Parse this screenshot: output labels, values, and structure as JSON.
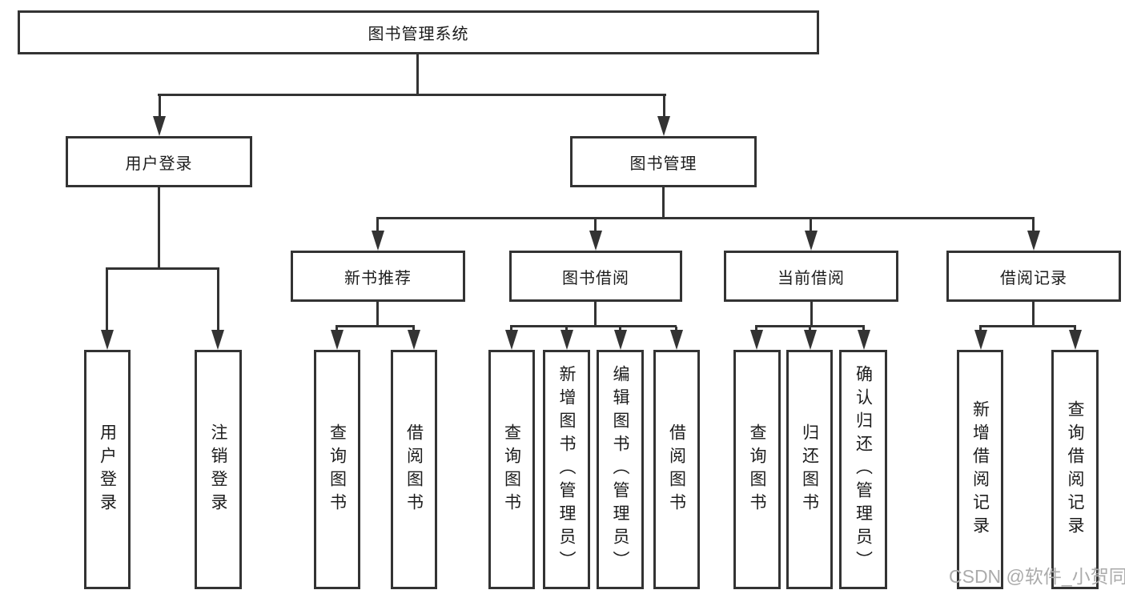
{
  "tree": {
    "label": "图书管理系统",
    "children": [
      {
        "label": "用户登录",
        "children": [
          {
            "label": "用户登录"
          },
          {
            "label": "注销登录"
          }
        ]
      },
      {
        "label": "图书管理",
        "children": [
          {
            "label": "新书推荐",
            "children": [
              {
                "label": "查询图书"
              },
              {
                "label": "借阅图书"
              }
            ]
          },
          {
            "label": "图书借阅",
            "children": [
              {
                "label": "查询图书"
              },
              {
                "label": "新增图书（管理员）"
              },
              {
                "label": "编辑图书（管理员）"
              },
              {
                "label": "借阅图书"
              }
            ]
          },
          {
            "label": "当前借阅",
            "children": [
              {
                "label": "查询图书"
              },
              {
                "label": "归还图书"
              },
              {
                "label": "确认归还（管理员）"
              }
            ]
          },
          {
            "label": "借阅记录",
            "children": [
              {
                "label": "新增借阅记录"
              },
              {
                "label": "查询借阅记录"
              }
            ]
          }
        ]
      }
    ]
  },
  "watermark": {
    "text": "CSDN @软件_小贺同学"
  },
  "colors": {
    "line": "#333333",
    "text": "#1c1c1c",
    "background": "#ffffff",
    "watermark": "#ababab"
  }
}
